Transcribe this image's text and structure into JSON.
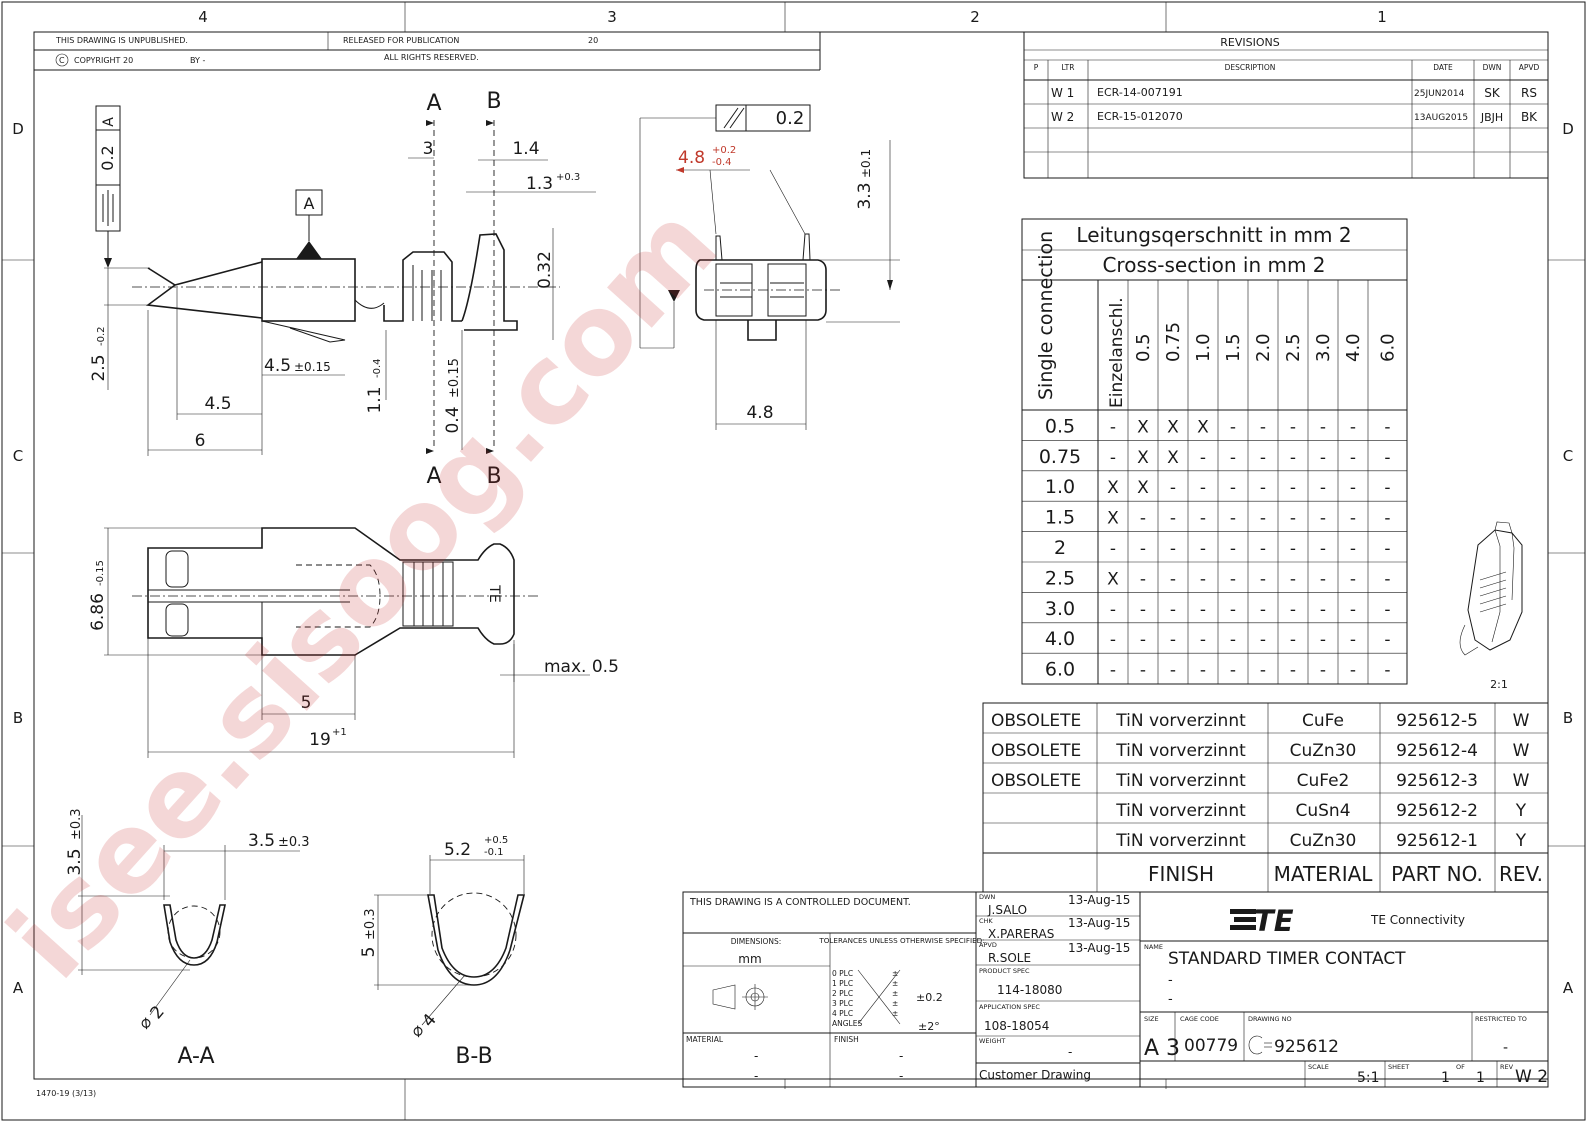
{
  "grid": {
    "columns": [
      "4",
      "3",
      "2",
      "1"
    ],
    "rows": [
      "D",
      "C",
      "B",
      "A"
    ]
  },
  "header": {
    "unpublished": "THIS DRAWING IS UNPUBLISHED.",
    "released": "RELEASED FOR PUBLICATION",
    "released_year": "20",
    "copyright": "COPYRIGHT 20",
    "by": "BY -",
    "rights": "ALL RIGHTS RESERVED."
  },
  "revisions": {
    "title": "REVISIONS",
    "columns": [
      "P",
      "LTR",
      "DESCRIPTION",
      "DATE",
      "DWN",
      "APVD"
    ],
    "rows": [
      {
        "ltr": "W 1",
        "desc": "ECR-14-007191",
        "date": "25JUN2014",
        "dwn": "SK",
        "apvd": "RS"
      },
      {
        "ltr": "W 2",
        "desc": "ECR-15-012070",
        "date": "13AUG2015",
        "dwn": "JBJH",
        "apvd": "BK"
      }
    ]
  },
  "cross_table": {
    "title_de": "Leitungsqerschnitt in mm 2",
    "title_en": "Cross-section in mm 2",
    "row_head": "Single connection",
    "row_head_2": "Einzelanschl.",
    "columns": [
      "0.5",
      "0.75",
      "1.0",
      "1.5",
      "2.0",
      "2.5",
      "3.0",
      "4.0",
      "6.0"
    ],
    "rows": [
      {
        "size": "0.5",
        "cells": [
          "-",
          "X",
          "X",
          "X",
          "-",
          "-",
          "-",
          "-",
          "-",
          "-"
        ]
      },
      {
        "size": "0.75",
        "cells": [
          "-",
          "X",
          "X",
          "-",
          "-",
          "-",
          "-",
          "-",
          "-",
          "-"
        ]
      },
      {
        "size": "1.0",
        "cells": [
          "X",
          "X",
          "-",
          "-",
          "-",
          "-",
          "-",
          "-",
          "-",
          "-"
        ]
      },
      {
        "size": "1.5",
        "cells": [
          "X",
          "-",
          "-",
          "-",
          "-",
          "-",
          "-",
          "-",
          "-",
          "-"
        ]
      },
      {
        "size": "2",
        "cells": [
          "-",
          "-",
          "-",
          "-",
          "-",
          "-",
          "-",
          "-",
          "-",
          "-"
        ]
      },
      {
        "size": "2.5",
        "cells": [
          "X",
          "-",
          "-",
          "-",
          "-",
          "-",
          "-",
          "-",
          "-",
          "-"
        ]
      },
      {
        "size": "3.0",
        "cells": [
          "-",
          "-",
          "-",
          "-",
          "-",
          "-",
          "-",
          "-",
          "-",
          "-"
        ]
      },
      {
        "size": "4.0",
        "cells": [
          "-",
          "-",
          "-",
          "-",
          "-",
          "-",
          "-",
          "-",
          "-",
          "-"
        ]
      },
      {
        "size": "6.0",
        "cells": [
          "-",
          "-",
          "-",
          "-",
          "-",
          "-",
          "-",
          "-",
          "-",
          "-"
        ]
      }
    ]
  },
  "scale_note": "2:1",
  "parts_table": {
    "rows": [
      {
        "status": "OBSOLETE",
        "finish": "TiN vorverzinnt",
        "material": "CuFe",
        "part": "925612-5",
        "rev": "W"
      },
      {
        "status": "OBSOLETE",
        "finish": "TiN vorverzinnt",
        "material": "CuZn30",
        "part": "925612-4",
        "rev": "W"
      },
      {
        "status": "OBSOLETE",
        "finish": "TiN vorverzinnt",
        "material": "CuFe2",
        "part": "925612-3",
        "rev": "W"
      },
      {
        "status": "",
        "finish": "TiN vorverzinnt",
        "material": "CuSn4",
        "part": "925612-2",
        "rev": "Y"
      },
      {
        "status": "",
        "finish": "TiN vorverzinnt",
        "material": "CuZn30",
        "part": "925612-1",
        "rev": "Y"
      }
    ],
    "headers": {
      "finish": "FINISH",
      "material": "MATERIAL",
      "part": "PART NO.",
      "rev": "REV."
    }
  },
  "title_block": {
    "controlled": "THIS DRAWING IS A CONTROLLED DOCUMENT.",
    "dimensions_label": "DIMENSIONS:",
    "dimensions_unit": "mm",
    "tolerances_label": "TOLERANCES UNLESS OTHERWISE SPECIFIED:",
    "tol_rows": [
      "0 PLC",
      "1 PLC",
      "2 PLC",
      "3 PLC",
      "4 PLC",
      "ANGLES"
    ],
    "tol_pm": "±",
    "tol_linear": "±0.2",
    "tol_angle": "±2°",
    "material_label": "MATERIAL",
    "finish_label": "FINISH",
    "material_val1": "-",
    "material_val2": "-",
    "finish_val1": "-",
    "finish_val2": "-",
    "dwn_label": "DWN",
    "dwn": "J.SALO",
    "dwn_date": "13-Aug-15",
    "chk_label": "CHK",
    "chk": "X.PARERAS",
    "chk_date": "13-Aug-15",
    "apvd_label": "APVD",
    "apvd": "R.SOLE",
    "apvd_date": "13-Aug-15",
    "product_spec_label": "PRODUCT SPEC",
    "product_spec": "114-18080",
    "application_spec_label": "APPLICATION SPEC",
    "application_spec": "108-18054",
    "weight_label": "WEIGHT",
    "weight": "-",
    "customer_drawing": "Customer Drawing",
    "company": "TE Connectivity",
    "logo": "TE",
    "name_label": "NAME",
    "name": "STANDARD TIMER CONTACT",
    "name_line2": "-",
    "name_line3": "-",
    "size_label": "SIZE",
    "size": "A 3",
    "cage_label": "CAGE CODE",
    "cage": "00779",
    "drawing_no_label": "DRAWING NO",
    "drawing_no": "925612",
    "restricted_label": "RESTRICTED TO",
    "restricted": "-",
    "scale_label": "SCALE",
    "scale": "5:1",
    "sheet_label": "SHEET",
    "sheet": "1",
    "of_label": "OF",
    "of": "1",
    "rev_label": "REV",
    "rev": "W 2"
  },
  "form_no": "1470-19 (3/13)",
  "dims": {
    "a": "A",
    "b": "B",
    "d3": "3",
    "d14": "1.4",
    "d13": "1.3",
    "d13_tol": "+0.3",
    "d032": "0.32",
    "d25": "2.5",
    "d25_tol": "-0.2",
    "d45pm": "4.5",
    "d45pm_tol": "±0.15",
    "d45": "4.5",
    "d6": "6",
    "d11": "1.1",
    "d11_tol": "-0.4",
    "d04": "0.4",
    "d04_tol": "±0.15",
    "tol02": "0.2",
    "datum_a": "A",
    "par02": "0.2",
    "d48top": "4.8",
    "d48top_tol_u": "+0.2",
    "d48top_tol_l": "-0.4",
    "d33": "3.3",
    "d33_tol": "±0.1",
    "d48": "4.8",
    "d686": "6.86",
    "d686_tol": "-0.15",
    "max05": "max. 0.5",
    "d5": "5",
    "d19": "19",
    "d19_tol": "+1",
    "d35v": "3.5",
    "d35v_tol": "±0.3",
    "d35h": "3.5",
    "d35h_tol": "±0.3",
    "phi2": "2",
    "sec_aa": "A-A",
    "d52": "5.2",
    "d52_tu": "+0.5",
    "d52_tl": "-0.1",
    "d5v": "5",
    "d5v_tol": "±0.3",
    "phi4": "4",
    "sec_bb": "B-B"
  },
  "watermark": "isee.sisoog.com"
}
